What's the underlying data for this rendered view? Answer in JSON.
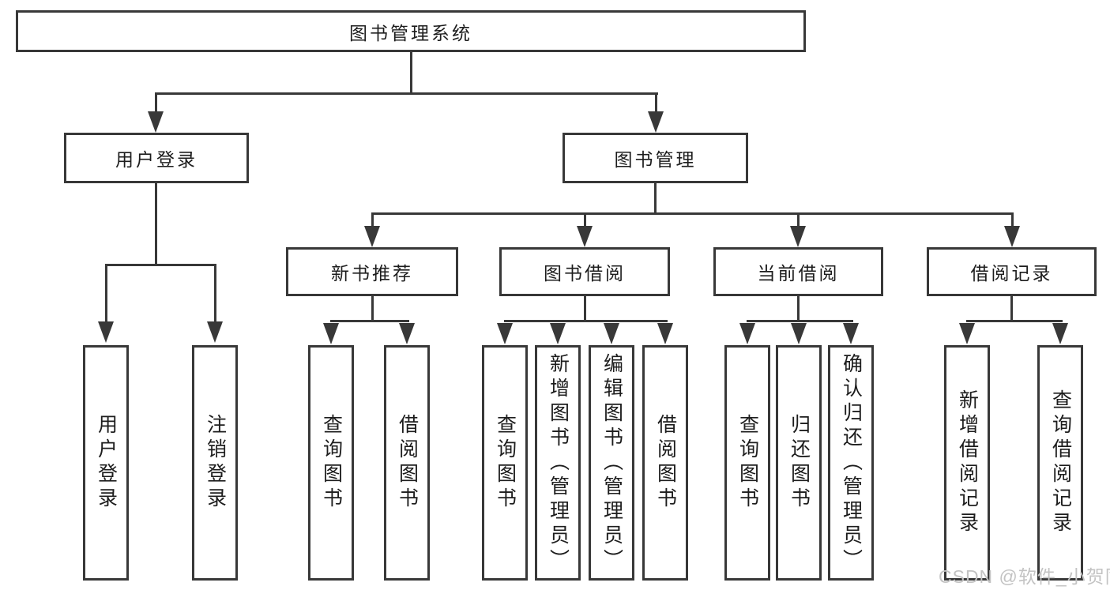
{
  "diagram": {
    "title": "图书管理系统",
    "branches": [
      {
        "label": "用户登录",
        "children": [
          "用户登录",
          "注销登录"
        ]
      },
      {
        "label": "图书管理",
        "children": [
          {
            "label": "新书推荐",
            "children": [
              "查询图书",
              "借阅图书"
            ]
          },
          {
            "label": "图书借阅",
            "children": [
              "查询图书",
              "新增图书（管理员）",
              "编辑图书（管理员）",
              "借阅图书"
            ]
          },
          {
            "label": "当前借阅",
            "children": [
              "查询图书",
              "归还图书",
              "确认归还（管理员）"
            ]
          },
          {
            "label": "借阅记录",
            "children": [
              "新增借阅记录",
              "查询借阅记录"
            ]
          }
        ]
      }
    ]
  },
  "colors": {
    "line": "#383838",
    "text": "#1d1d1d",
    "watermark": "#c3c3c3"
  },
  "watermark": "CSDN @软件_小贺同学"
}
